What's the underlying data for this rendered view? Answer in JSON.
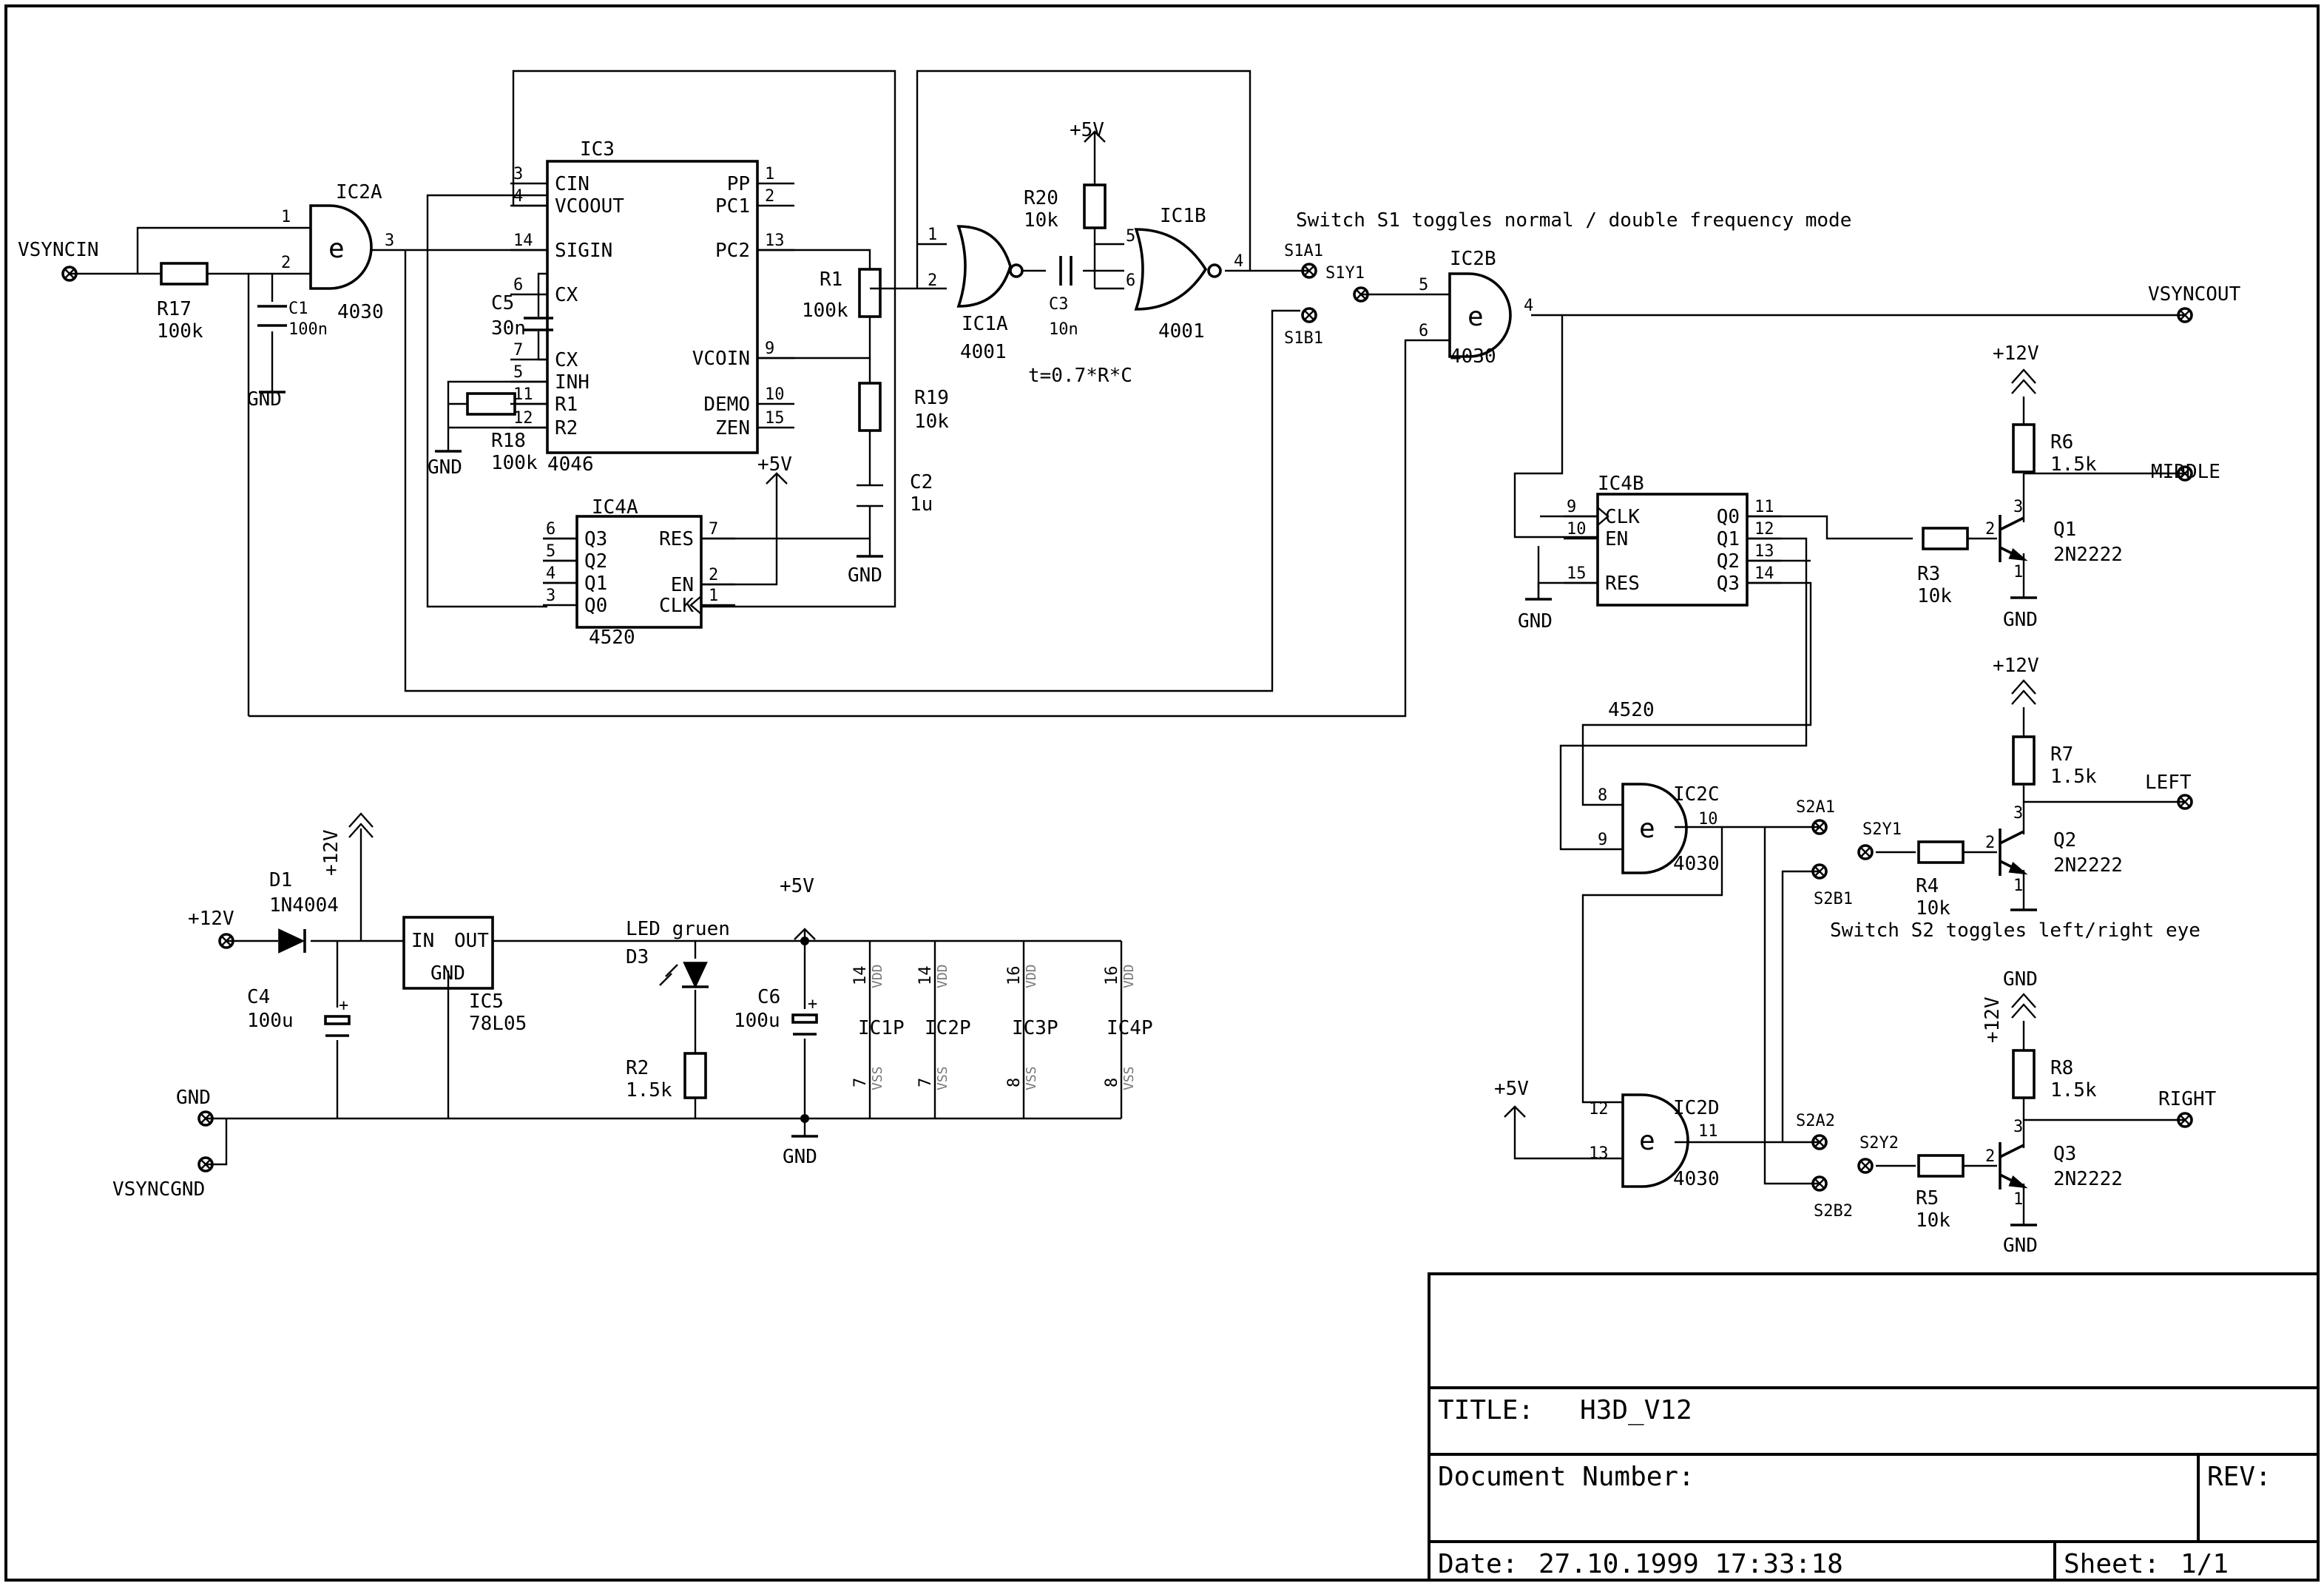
{
  "title_block": {
    "title_label": "TITLE:",
    "title_value": "H3D_V12",
    "doc_number_label": "Document Number:",
    "rev_label": "REV:",
    "date_label": "Date:",
    "date_value": "27.10.1999 17:33:18",
    "sheet_label": "Sheet:",
    "sheet_value": "1/1"
  },
  "notes": {
    "switch_s1": "Switch S1  toggles normal / double frequency mode",
    "switch_s2": "Switch S2   toggles left/right eye",
    "timing": "t=0.7*R*C",
    "ic4b_type": "4520"
  },
  "connectors": {
    "vsyncin": "VSYNCIN",
    "vsyncout": "VSYNCOUT",
    "middle": "MIDDLE",
    "left": "LEFT",
    "right": "RIGHT",
    "p12v": "+12V",
    "gnd": "GND",
    "vsyncgnd": "VSYNCGND",
    "s1a1": "S1A1",
    "s1b1": "S1B1",
    "s1y1": "S1Y1",
    "s2a1": "S2A1",
    "s2b1": "S2B1",
    "s2y1": "S2Y1",
    "s2a2": "S2A2",
    "s2b2": "S2B2",
    "s2y2": "S2Y2"
  },
  "supply": {
    "p5v": "+5V",
    "p12v": "+12V",
    "gnd": "GND"
  },
  "gates": {
    "ic2a": "IC2A",
    "ic2b": "IC2B",
    "ic2c": "IC2C",
    "ic2d": "IC2D",
    "ic1a": "IC1A",
    "ic1b": "IC1B",
    "t4030": "4030",
    "t4001": "4001",
    "xor_symbol": "e"
  },
  "ic3": {
    "name": "IC3",
    "type": "4046",
    "left_pins": [
      {
        "num": "3",
        "label": "CIN"
      },
      {
        "num": "4",
        "label": "VCOOUT"
      },
      {
        "num": "14",
        "label": "SIGIN"
      },
      {
        "num": "6",
        "label": "CX"
      },
      {
        "num": "7",
        "label": "CX"
      },
      {
        "num": "5",
        "label": "INH"
      },
      {
        "num": "11",
        "label": "R1"
      },
      {
        "num": "12",
        "label": "R2"
      }
    ],
    "right_pins": [
      {
        "num": "1",
        "label": "PP"
      },
      {
        "num": "2",
        "label": "PC1"
      },
      {
        "num": "13",
        "label": "PC2"
      },
      {
        "num": "9",
        "label": "VCOIN"
      },
      {
        "num": "10",
        "label": "DEMO"
      },
      {
        "num": "15",
        "label": "ZEN"
      }
    ]
  },
  "ic4a": {
    "name": "IC4A",
    "type": "4520",
    "left_pins": [
      {
        "num": "6",
        "label": "Q3"
      },
      {
        "num": "5",
        "label": "Q2"
      },
      {
        "num": "4",
        "label": "Q1"
      },
      {
        "num": "3",
        "label": "Q0"
      }
    ],
    "right_pins": [
      {
        "num": "7",
        "label": "RES"
      },
      {
        "num": "2",
        "label": "EN"
      },
      {
        "num": "1",
        "label": "CLK"
      }
    ]
  },
  "ic4b": {
    "name": "IC4B",
    "left_pins": [
      {
        "num": "9",
        "label": "CLK"
      },
      {
        "num": "10",
        "label": "EN"
      },
      {
        "num": "15",
        "label": "RES"
      }
    ],
    "right_pins": [
      {
        "num": "11",
        "label": "Q0"
      },
      {
        "num": "12",
        "label": "Q1"
      },
      {
        "num": "13",
        "label": "Q2"
      },
      {
        "num": "14",
        "label": "Q3"
      }
    ]
  },
  "ic5": {
    "name": "IC5",
    "type": "78L05",
    "in": "IN",
    "out": "OUT",
    "gnd": "GND"
  },
  "resistors": {
    "r1": {
      "name": "R1",
      "value": "100k"
    },
    "r2": {
      "name": "R2",
      "value": "1.5k"
    },
    "r3": {
      "name": "R3",
      "value": "10k"
    },
    "r4": {
      "name": "R4",
      "value": "10k"
    },
    "r5": {
      "name": "R5",
      "value": "10k"
    },
    "r6": {
      "name": "R6",
      "value": "1.5k"
    },
    "r7": {
      "name": "R7",
      "value": "1.5k"
    },
    "r8": {
      "name": "R8",
      "value": "1.5k"
    },
    "r17": {
      "name": "R17",
      "value": "100k"
    },
    "r18": {
      "name": "R18",
      "value": "100k"
    },
    "r19": {
      "name": "R19",
      "value": "10k"
    },
    "r20": {
      "name": "R20",
      "value": "10k"
    }
  },
  "capacitors": {
    "c1": {
      "name": "C1",
      "value": "100n"
    },
    "c2": {
      "name": "C2",
      "value": "1u"
    },
    "c3": {
      "name": "C3",
      "value": "10n"
    },
    "c4": {
      "name": "C4",
      "value": "100u"
    },
    "c5": {
      "name": "C5",
      "value": "30n"
    },
    "c6": {
      "name": "C6",
      "value": "100u"
    }
  },
  "transistors": {
    "q1": {
      "name": "Q1",
      "type": "2N2222"
    },
    "q2": {
      "name": "Q2",
      "type": "2N2222"
    },
    "q3": {
      "name": "Q3",
      "type": "2N2222"
    }
  },
  "diodes": {
    "d1": {
      "name": "D1",
      "type": "1N4004"
    },
    "d3": {
      "name": "D3",
      "type": "LED gruen"
    }
  },
  "power_ics": [
    {
      "name": "IC1P",
      "vdd": "14",
      "vss": "7"
    },
    {
      "name": "IC2P",
      "vdd": "14",
      "vss": "7"
    },
    {
      "name": "IC3P",
      "vdd": "16",
      "vss": "8"
    },
    {
      "name": "IC4P",
      "vdd": "16",
      "vss": "8"
    }
  ],
  "power_pin_labels": {
    "vdd": "VDD",
    "vss": "VSS"
  },
  "pins": {
    "ic2a": [
      "1",
      "2",
      "3"
    ],
    "ic1a": [
      "1",
      "2"
    ],
    "ic1b": [
      "5",
      "6",
      "4"
    ],
    "ic2b": [
      "5",
      "6",
      "4"
    ],
    "ic2c": [
      "8",
      "9",
      "10"
    ],
    "ic2d": [
      "12",
      "13",
      "11"
    ],
    "q_pins": [
      "3",
      "2",
      "1"
    ]
  }
}
